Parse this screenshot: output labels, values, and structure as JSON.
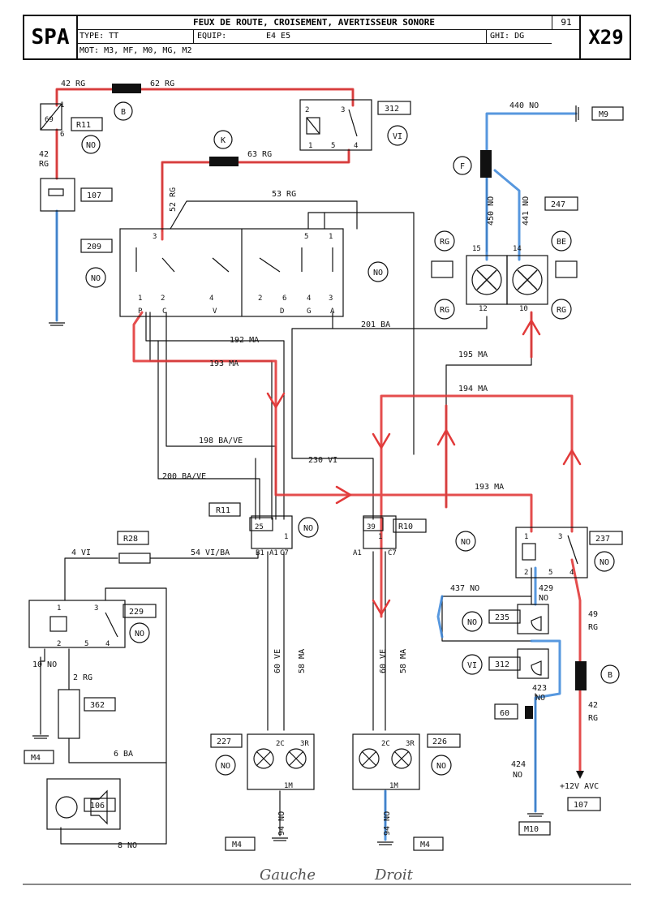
{
  "header": {
    "logo": "SPA",
    "title": "FEUX DE ROUTE, CROISEMENT, AVERTISSEUR SONORE",
    "page": "91",
    "code": "X29",
    "type_label": "TYPE: TT",
    "equip_label": "EQUIP:",
    "equip_value": "E4 E5",
    "ghi": "GHI: DG",
    "mot": "MOT: M3, MF, M0, MG, M2"
  },
  "colors": {
    "red": "#e23a3a",
    "blue": "#3a86d9",
    "black": "#111111",
    "gray": "#777777"
  },
  "wires": {
    "w42rg": "42 RG",
    "w62rg": "62 RG",
    "w42rg_v": "42",
    "w42rg_v2": "RG",
    "w63rg": "63 RG",
    "w52rg": "52 RG",
    "w53rg": "53 RG",
    "w440no": "440 NO",
    "w450no": "450 NO",
    "w441no": "441 NO",
    "w192ma": "192 MA",
    "w193ma": "193 MA",
    "w201ba": "201 BA",
    "w195ma": "195 MA",
    "w194ma": "194 MA",
    "w198": "198 BA/VE",
    "w230vi": "230 VI",
    "w200": "200 BA/VE",
    "w193ma_b": "193 MA",
    "w4vi": "4 VI",
    "w54": "54 VI/BA",
    "w10no": "10 NO",
    "w2rg": "2 RG",
    "w6ba": "6 BA",
    "w8no": "8 NO",
    "w437no": "437 NO",
    "w429no": "429",
    "w429no2": "NO",
    "w49rg": "49",
    "w49rg2": "RG",
    "w42rg_b": "42",
    "w42rg_b2": "RG",
    "w423no": "423",
    "w423no2": "NO",
    "w424no": "424",
    "w424no2": "NO",
    "w60ve_l": "60 VE",
    "w58ma_l": "58 MA",
    "w60ve_r": "60 VE",
    "w58ma_r": "58 MA",
    "w94no_l": "94 NO",
    "w94no_r": "94 NO",
    "plus12": "+12V AVC"
  },
  "components": {
    "c107a": "107",
    "c312a": "312",
    "c209": "209",
    "c247": "247",
    "c237": "237",
    "c229": "229",
    "c362": "362",
    "c106": "106",
    "c227": "227",
    "c226": "226",
    "c235": "235",
    "c312b": "312",
    "c107b": "107",
    "R11a": "R11",
    "R11b": "R11",
    "R10": "R10",
    "R28": "R28",
    "M9": "M9",
    "M4a": "M4",
    "M4b": "M4",
    "M4c": "M4",
    "M10": "M10",
    "c60": "60"
  },
  "tags": {
    "B1": "B",
    "K": "K",
    "F": "F",
    "B2": "B",
    "NO": "NO",
    "VI": "VI",
    "RG": "RG",
    "BE": "BE"
  },
  "pins": {
    "p1": "1",
    "p2": "2",
    "p3": "3",
    "p4": "4",
    "p5": "5",
    "p6": "6",
    "p10": "10",
    "p12": "12",
    "p14": "14",
    "p15": "15",
    "P": "P",
    "C": "C",
    "V": "V",
    "D": "D",
    "G": "G",
    "A": "A",
    "f69": "69",
    "f25": "25",
    "f39": "39",
    "B1": "B1",
    "A1": "A1",
    "C7": "C7",
    "c2C": "2C",
    "c3R": "3R",
    "c1M": "1M"
  },
  "signatures": {
    "left": "Gauche",
    "right": "Droit"
  }
}
